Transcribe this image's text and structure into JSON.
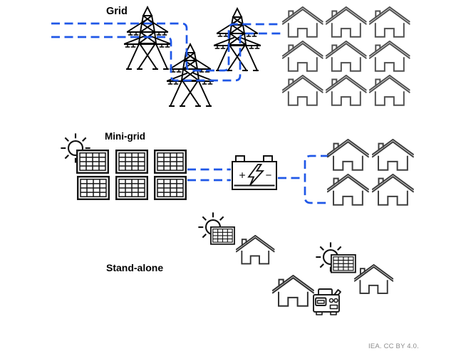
{
  "page": {
    "background": "#ffffff"
  },
  "diagram": {
    "sections": [
      {
        "id": "grid",
        "label": "Grid",
        "components": [
          "3 transmission towers",
          "2 dashed power lines",
          "9 houses in 3x3 block"
        ]
      },
      {
        "id": "mini-grid",
        "label": "Mini-grid",
        "components": [
          "sun",
          "6 solar panels in 2x3 array",
          "battery",
          "dashed distribution lines",
          "4 houses in 2x2 block"
        ]
      },
      {
        "id": "stand-alone",
        "label": "Stand-alone",
        "components": [
          "2 suns",
          "2 rooftop solar panels",
          "3 scattered houses",
          "1 diesel generator"
        ]
      }
    ],
    "battery": {
      "plus": "+",
      "minus": "−"
    },
    "colors": {
      "connection_line": "#1f57e7",
      "tower_stroke": "#000000",
      "grid_house_stroke": "#4f4f4f",
      "minigrid_house_stroke": "#3f3f3f",
      "standalone_house_stroke": "#303030",
      "label_text": "#000000",
      "attribution_text": "#8c8c8c"
    },
    "attribution": "IEA. CC BY 4.0."
  }
}
